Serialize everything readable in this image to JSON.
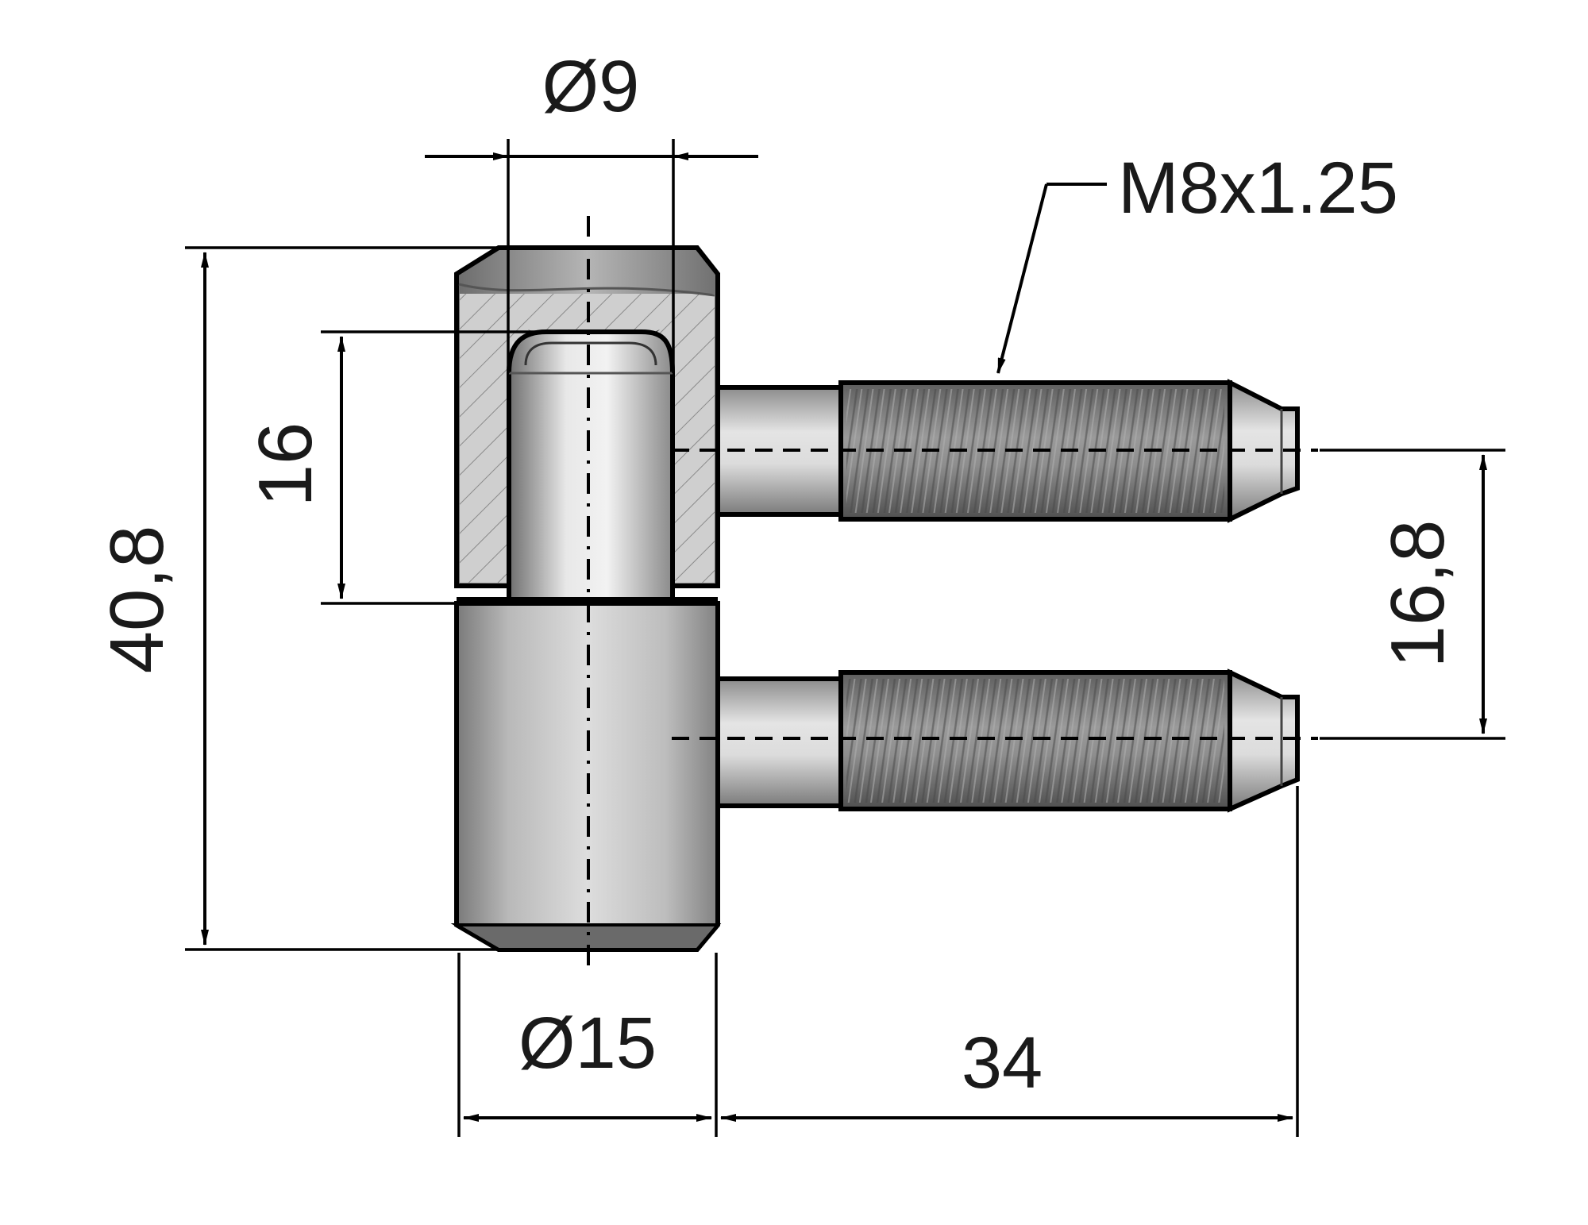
{
  "labels": {
    "bore_diameter": "Ø9",
    "body_diameter": "Ø15",
    "thread_spec": "M8x1.25",
    "total_height": "40,8",
    "pin_length": "16",
    "pin_spacing": "16,8",
    "thread_length": "34"
  },
  "colors": {
    "line": "#000000",
    "metal_light": "#e6e6e6",
    "metal_mid": "#a8a8a8",
    "metal_dark": "#5a5a5a",
    "thread": "#6e6e6e"
  }
}
